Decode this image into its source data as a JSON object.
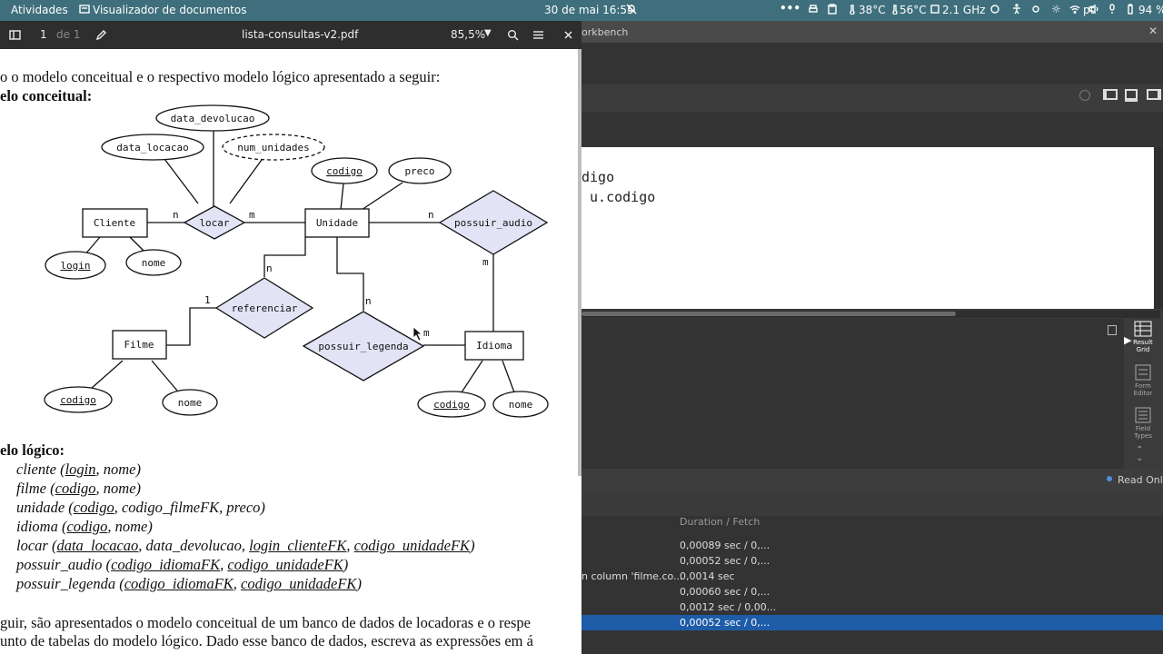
{
  "topbar": {
    "activities": "Atividades",
    "app_name": "Visualizador de documentos",
    "datetime": "30 de mai  16:55",
    "temp1": "38°C",
    "temp2": "56°C",
    "cpu": "2.1 GHz",
    "lang": "pt",
    "battery": "94 %"
  },
  "pdf": {
    "page_current": "1",
    "page_total": "de 1",
    "filename": "lista-consultas-v2.pdf",
    "zoom": "85,5%",
    "intro": "o o modelo conceitual e o respectivo modelo lógico apresentado a seguir:",
    "conceitual_heading": "elo conceitual:",
    "diagram": {
      "entities": [
        "Cliente",
        "Unidade",
        "Filme",
        "Idioma"
      ],
      "relationships": [
        "locar",
        "possuir_audio",
        "referenciar",
        "possuir_legenda"
      ],
      "attributes": [
        "data_devolucao",
        "data_locacao",
        "num_unidades",
        "codigo",
        "preco",
        "login",
        "nome",
        "codigo",
        "nome",
        "codigo",
        "nome"
      ],
      "cardinalities": [
        "n",
        "m",
        "n",
        "m",
        "n",
        "1",
        "n",
        "m"
      ]
    },
    "logico_heading": "elo lógico:",
    "logico": {
      "cliente": {
        "name": "cliente (",
        "k1": "login",
        "rest": ", nome)"
      },
      "filme": {
        "name": "filme (",
        "k1": "codigo",
        "rest": ", nome)"
      },
      "unidade": {
        "name": "unidade (",
        "k1": "codigo",
        "rest": ", codigo_filmeFK, preco)"
      },
      "idioma": {
        "name": "idioma (",
        "k1": "codigo",
        "rest": ", nome)"
      },
      "locar": {
        "name": "locar (",
        "k1": "data_locacao",
        "mid": ", data_devolucao, ",
        "k2": "login_clienteFK",
        "sep": ", ",
        "k3": "codigo_unidadeFK",
        "end": ")"
      },
      "possuir_audio": {
        "name": "possuir_audio (",
        "k1": "codigo_idiomaFK",
        "sep": ", ",
        "k2": "codigo_unidadeFK",
        "end": ")"
      },
      "possuir_legenda": {
        "name": "possuir_legenda (",
        "k1": "codigo_idiomaFK",
        "sep": ", ",
        "k2": "codigo_unidadeFK",
        "end": ")"
      }
    },
    "para1": "guir, são apresentados o modelo conceitual de um banco de dados de locadoras e o respe",
    "para2": "unto de tabelas do modelo lógico. Dado esse banco de dados, escreva as expressões em á"
  },
  "workbench": {
    "title_fragment": "orkbench",
    "editor_line1": "digo",
    "editor_line2": " u.codigo",
    "side_buttons": [
      "Result Grid",
      "Form Editor",
      "Field Types"
    ],
    "read_only": "Read Only",
    "output_header": "Duration / Fetch",
    "rows": [
      {
        "msg": "",
        "dur": "0,00089 sec / 0,..."
      },
      {
        "msg": "",
        "dur": "0,00052 sec / 0,..."
      },
      {
        "msg": "n column 'filme.co...",
        "dur": "0,0014 sec"
      },
      {
        "msg": "",
        "dur": "0,00060 sec / 0,..."
      },
      {
        "msg": "",
        "dur": "0,0012 sec / 0,00..."
      },
      {
        "msg": "",
        "dur": "0,00052 sec / 0,..."
      }
    ]
  }
}
